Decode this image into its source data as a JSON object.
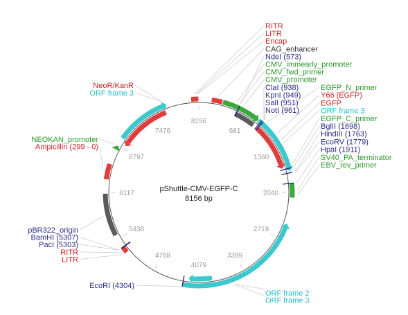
{
  "plasmid": {
    "name": "pShuttle-CMV-EGFP-C",
    "size_label": "8156 bp",
    "length": 8156
  },
  "colors": {
    "backbone": "#555555",
    "red": "#e03c3c",
    "cyan": "#3cc8cc",
    "green": "#3aa83a",
    "gray": "#5a5a5a",
    "navy": "#1a1a7a",
    "text_red": "#cc2222",
    "text_green": "#2a9a2a",
    "text_cyan": "#22bbcc",
    "text_navy": "#2a2a8a",
    "text_dark": "#333333"
  },
  "ticks": [
    "8156",
    "681",
    "1360",
    "2040",
    "2719",
    "3399",
    "4079",
    "4758",
    "5438",
    "6117",
    "6797",
    "7476"
  ],
  "ticks_values": [
    0,
    681,
    1360,
    2040,
    2719,
    3399,
    4079,
    4758,
    5438,
    6117,
    6797,
    7476
  ],
  "features": [
    {
      "name": "ORF frame 3 (top-left)",
      "start": 6920,
      "end": 7700,
      "color": "cyan",
      "track": "outer",
      "arrow": "cw"
    },
    {
      "name": "NeoR/KanR",
      "start": 6850,
      "end": 7650,
      "color": "red",
      "track": "inner",
      "arrow": "ccw"
    },
    {
      "name": "NEOKAN_promoter",
      "start": 6770,
      "end": 6800,
      "color": "green",
      "track": "outer",
      "arrow": "cw"
    },
    {
      "name": "Ampicillin",
      "start": 6300,
      "end": 6520,
      "color": "red",
      "track": "outer",
      "arrow": "none"
    },
    {
      "name": "pBR322_origin",
      "start": 5500,
      "end": 6100,
      "color": "gray",
      "track": "outer",
      "arrow": "none"
    },
    {
      "name": "RITR/LITR left",
      "start": 5220,
      "end": 5300,
      "color": "red",
      "track": "outer",
      "arrow": "none"
    },
    {
      "name": "ORF frame 2/3 bottom",
      "start": 2480,
      "end": 4300,
      "color": "cyan",
      "track": "outer",
      "arrow": "ccw"
    },
    {
      "name": "ORF frame 3 small",
      "start": 3880,
      "end": 4230,
      "color": "cyan",
      "track": "inner",
      "arrow": "cw"
    },
    {
      "name": "RITR/LITR/Encap",
      "start": 8050,
      "end": 8150,
      "color": "red",
      "track": "outer",
      "arrow": "none"
    },
    {
      "name": "CAG_enhancer",
      "start": 180,
      "end": 330,
      "color": "red",
      "track": "outer",
      "arrow": "none"
    },
    {
      "name": "CMV_promoter",
      "start": 340,
      "end": 900,
      "color": "green",
      "track": "outer",
      "arrow": "cw"
    },
    {
      "name": "EGFP_C_primer band",
      "start": 560,
      "end": 880,
      "color": "gray",
      "track": "inner",
      "arrow": "none"
    },
    {
      "name": "EGFP",
      "start": 950,
      "end": 1680,
      "color": "red",
      "track": "inner",
      "arrow": "cw"
    },
    {
      "name": "ORF frame 3 right",
      "start": 900,
      "end": 1740,
      "color": "cyan",
      "track": "outer",
      "arrow": "cw"
    },
    {
      "name": "SV40_PA_terminator",
      "start": 1905,
      "end": 2110,
      "color": "green",
      "track": "outer",
      "arrow": "none"
    }
  ],
  "labels_right": [
    {
      "text": "RITR",
      "color": "red"
    },
    {
      "text": "LITR",
      "color": "red"
    },
    {
      "text": "Encap",
      "color": "red"
    },
    {
      "text": "CAG_enhancer",
      "color": "dark"
    },
    {
      "text": "NdeI (573)",
      "color": "navy"
    },
    {
      "text": "CMV_immearly_promoter",
      "color": "green"
    },
    {
      "text": "CMV_fwd_primer",
      "color": "green"
    },
    {
      "text": "CMV_promoter",
      "color": "green"
    },
    {
      "text": "ClaI (938)",
      "color": "navy"
    },
    {
      "text": "KpnI (949)",
      "color": "navy"
    },
    {
      "text": "SalI (951)",
      "color": "navy"
    },
    {
      "text": "NotI (961)",
      "color": "navy"
    }
  ],
  "labels_right2": [
    {
      "text": "EGFP_N_primer",
      "color": "green"
    },
    {
      "text": "Y66 (EGFP)",
      "color": "red"
    },
    {
      "text": "EGFP",
      "color": "red"
    },
    {
      "text": "ORF frame 3",
      "color": "cyan"
    },
    {
      "text": "EGFP_C_primer",
      "color": "green"
    },
    {
      "text": "BglII (1698)",
      "color": "navy"
    },
    {
      "text": "HindIII (1763)",
      "color": "navy"
    },
    {
      "text": "EcoRV (1779)",
      "color": "navy"
    },
    {
      "text": "HpaI (1911)",
      "color": "navy"
    },
    {
      "text": "SV40_PA_terminator",
      "color": "green"
    },
    {
      "text": "EBV_rev_primer",
      "color": "green"
    }
  ],
  "labels_left_top": [
    {
      "text": "NeoR/KanR",
      "color": "red"
    },
    {
      "text": "ORF frame 3",
      "color": "cyan"
    }
  ],
  "labels_left_mid": [
    {
      "text": "NEOKAN_promoter",
      "color": "green"
    },
    {
      "text": "Ampicillin (299 - 0)",
      "color": "red"
    }
  ],
  "labels_left_bottom": [
    {
      "text": "pBR322_origin",
      "color": "navy"
    },
    {
      "text": "BamHI (5307)",
      "color": "navy"
    },
    {
      "text": "PacI (5303)",
      "color": "navy"
    },
    {
      "text": "RITR",
      "color": "red"
    },
    {
      "text": "LITR",
      "color": "red"
    }
  ],
  "label_ecori": {
    "text": "EcoRI (4304)",
    "color": "navy"
  },
  "labels_bottom_right": [
    {
      "text": "ORF frame 2",
      "color": "cyan"
    },
    {
      "text": "ORF frame 3",
      "color": "cyan"
    }
  ]
}
